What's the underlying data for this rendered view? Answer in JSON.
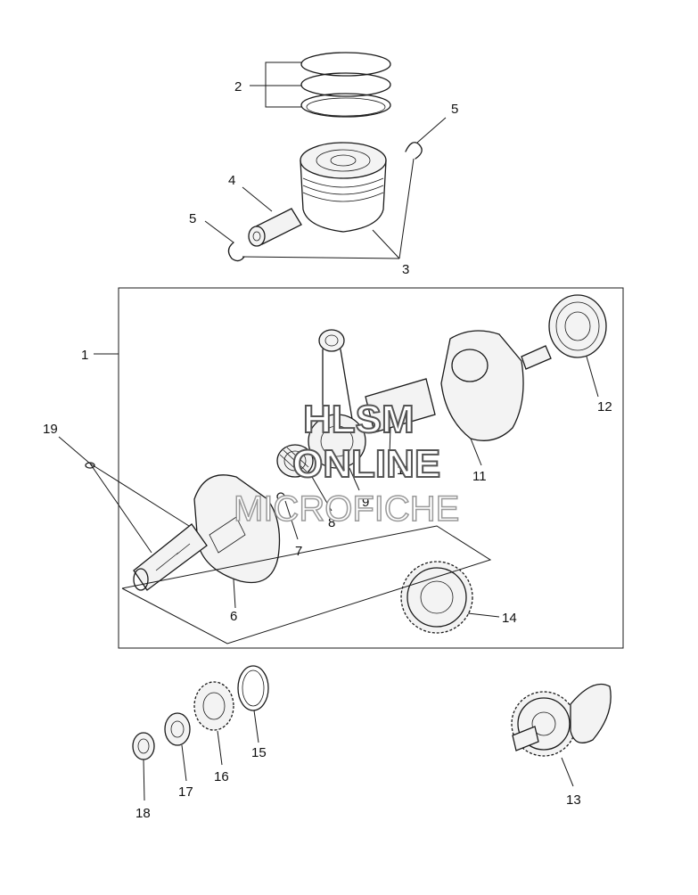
{
  "diagram": {
    "callouts": [
      "1",
      "2",
      "3",
      "4",
      "5",
      "5",
      "6",
      "7",
      "8",
      "9",
      "10",
      "11",
      "12",
      "13",
      "14",
      "15",
      "16",
      "17",
      "18",
      "19"
    ]
  },
  "watermark": {
    "line1": "HLSM",
    "line2": "ONLINE",
    "line3": "MICROFICHE"
  },
  "colors": {
    "line": "#1a1a1a",
    "background": "#ffffff"
  }
}
